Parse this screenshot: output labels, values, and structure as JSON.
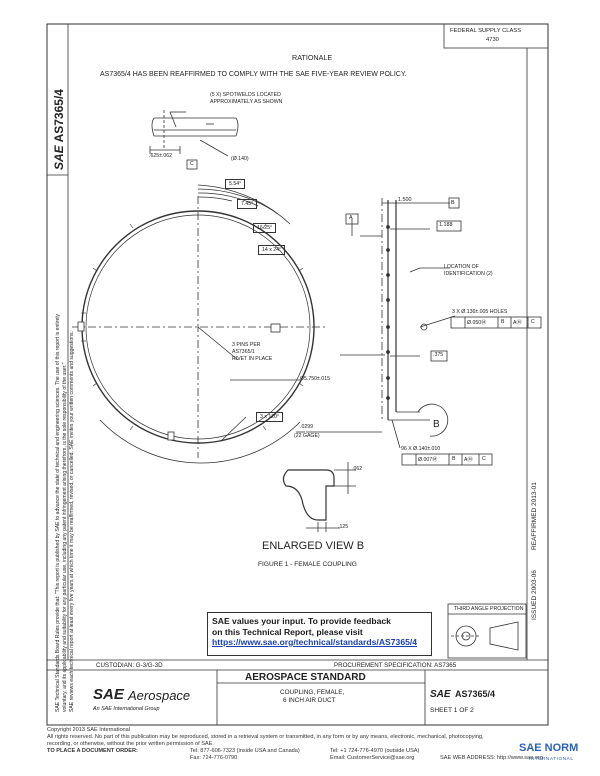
{
  "header": {
    "fsc": "FEDERAL SUPPLY CLASS",
    "fsc_code": "4730",
    "rationale_heading": "RATIONALE",
    "rationale_text": "AS7365/4 HAS BEEN REAFFIRMED TO COMPLY WITH THE SAE FIVE-YEAR REVIEW POLICY."
  },
  "side": {
    "logo": "SAE",
    "doc_number": "AS7365/4",
    "disclaimer_1": "SAE Technical Standards Board Rules provide that: \"This report is published by SAE to advance the state of technical and engineering sciences. The use of this report is entirely",
    "disclaimer_2": "voluntary, and its applicability and suitability for any particular use, including any patent infringement arising therefrom, is the sole responsibility of the user.\"",
    "disclaimer_3": "SAE reviews each technical report at least every five years at which time it may be reaffirmed, revised, or cancelled. SAE invites your written comments and suggestions."
  },
  "right_margin": {
    "date_1": "ISSUED 2003-06",
    "date_2": "REAFFIRMED 2013-01"
  },
  "drawing": {
    "spotwelds": "(5 X) SPOTWELDS LOCATED",
    "spotwelds_2": "APPROXIMATELY AS SHOWN",
    "dim_625": ".625±.062",
    "dim_140": "(Ø.140)",
    "datum_c": "C",
    "angle_554": "5.54°",
    "angle_745": "7.45°",
    "angle_1625": "16.25°",
    "angle_14x24": "14 x 24°",
    "pins_1": "3 PINS PER",
    "pins_2": "AS7365/1",
    "pins_3": "RIVET IN PLACE",
    "dia_5750": "Ø5.750±.015",
    "angle_3x120": "3 x 120°",
    "dim_0299": ".0299",
    "gage": "(22 GAGE)",
    "dim_1500": "1.500",
    "datum_b": "B",
    "dim_1188": "1.188",
    "datum_a": "A",
    "loc_id_1": "LOCATION OF",
    "loc_id_2": "IDENTIFICATION (2)",
    "holes_label": "3 X Ø.136±.005 HOLES",
    "fcf1_tol": "Ø.050Ⓜ",
    "fcf_b": "B",
    "fcf_am": "AⓂ",
    "fcf_c": "C",
    "dim_375": ".375",
    "holes2_label": "96 X Ø.140±.010",
    "fcf2_tol": "Ø.007Ⓜ",
    "view_b": "B",
    "dim_062": ".062",
    "dim_125": ".125",
    "enlarged_view": "ENLARGED VIEW B",
    "figure_caption": "FIGURE 1 - FEMALE COUPLING",
    "third_angle": "THIRD ANGLE PROJECTION"
  },
  "feedback": {
    "line1": "SAE values your input. To provide feedback",
    "line2": "on this Technical Report, please visit",
    "link": "https://www.sae.org/technical/standards/AS7365/4"
  },
  "title_block": {
    "custodian": "CUSTODIAN: G-3/G-3D",
    "procurement": "PROCUREMENT SPECIFICATION: AS7365",
    "brand_sae": "SAE",
    "brand_aero": "Aerospace",
    "brand_sub": "An SAE International Group",
    "standard": "AEROSPACE STANDARD",
    "title_1": "COUPLING, FEMALE,",
    "title_2": "6 INCH AIR DUCT",
    "logo_small": "SAE",
    "doc_number": "AS7365/4",
    "sheet": "SHEET 1 OF 2"
  },
  "footer": {
    "copyright": "Copyright 2013 SAE International",
    "rights": "All rights reserved. No part of this publication may be reproduced, stored in a retrieval system or transmitted, in any form or by any means, electronic, mechanical, photocopying,",
    "rights_2": "recording, or otherwise, without the prior written permission of SAE.",
    "order": "TO PLACE A DOCUMENT ORDER:",
    "tel1": "Tel: 877-606-7323 (inside USA and Canada)",
    "tel2": "Tel: +1 724-776-4970 (outside USA)",
    "fax": "Fax: 724-776-0790",
    "email": "Email: CustomerService@sae.org",
    "web": "SAE WEB ADDRESS: http://www.sae.org",
    "watermark": "SAE NORM",
    "watermark_sub": "INTERNATIONAL"
  }
}
